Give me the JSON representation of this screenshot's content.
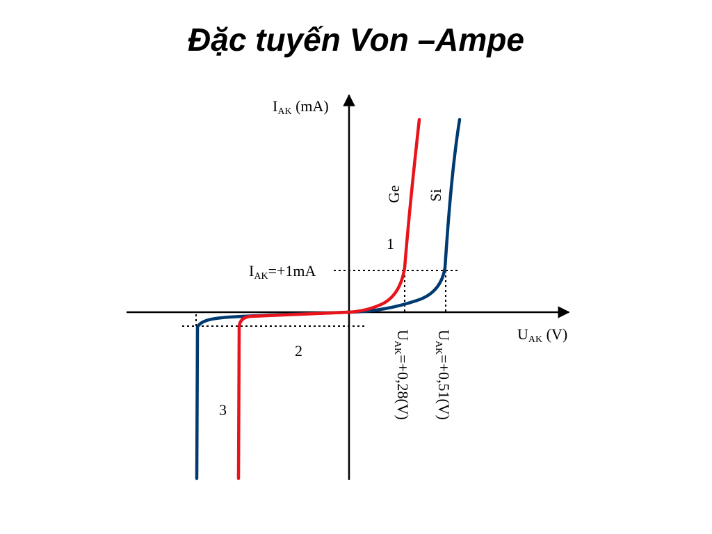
{
  "slide": {
    "title": "Đặc tuyến Von –Ampe"
  },
  "axes": {
    "y_label_main": "I",
    "y_label_sub": "AK",
    "y_label_unit": " (mA)",
    "x_label_main": "U",
    "x_label_sub": "AK",
    "x_label_unit": " (V)"
  },
  "curves": {
    "ge": {
      "label": "Ge",
      "color": "#e8141b"
    },
    "si": {
      "label": "Si",
      "color": "#003a70"
    }
  },
  "annotations": {
    "current_main": "I",
    "current_sub": "AK",
    "current_value": "=+1mA",
    "u_ge_main": "U",
    "u_ge_sub": "AK",
    "u_ge_value": "=+0,28(V)",
    "u_si_main": "U",
    "u_si_sub": "AK",
    "u_si_value": "=+0,51(V)",
    "region_1": "1",
    "region_2": "2",
    "region_3": "3"
  }
}
